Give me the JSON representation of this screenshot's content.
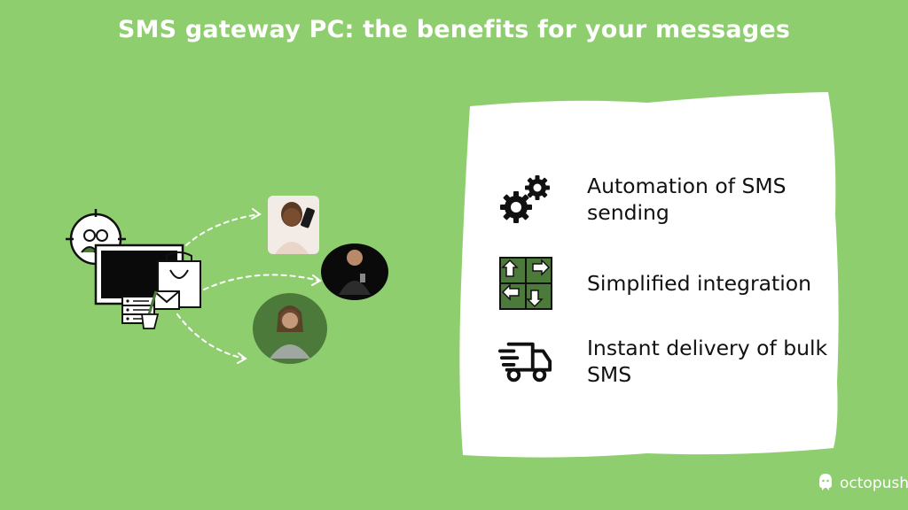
{
  "title": "SMS gateway PC: the benefits for your messages",
  "benefits": [
    {
      "icon": "gears-icon",
      "label": "Automation of SMS sending"
    },
    {
      "icon": "integration-arrows-icon",
      "label": "Simplified integration"
    },
    {
      "icon": "delivery-truck-icon",
      "label": "Instant delivery of bulk SMS"
    }
  ],
  "brand": {
    "name": "octopush",
    "icon": "octopus-icon"
  },
  "colors": {
    "background": "#8fce6e",
    "accent_dark": "#4c7a3b",
    "card": "#ffffff"
  }
}
